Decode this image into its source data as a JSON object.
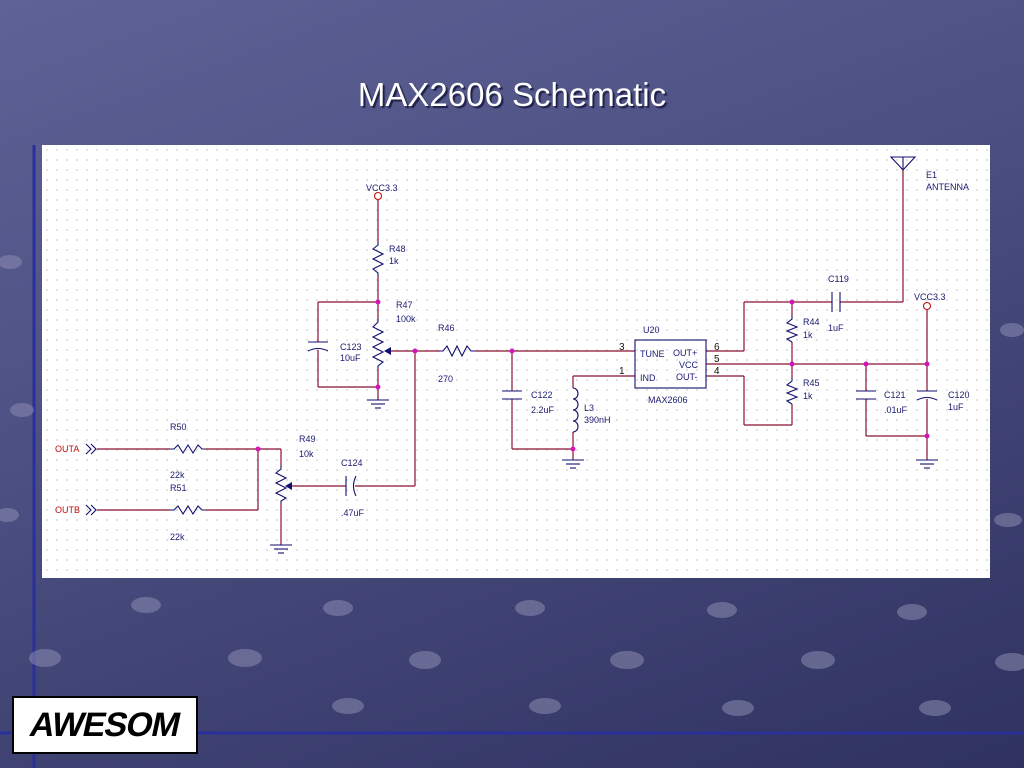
{
  "slide": {
    "title": "MAX2606 Schematic",
    "logo_text": "AWESOM"
  },
  "schematic": {
    "nets": {
      "vcc_left": "VCC3.3",
      "vcc_right": "VCC3.3",
      "outa": "OUTA",
      "outb": "OUTB"
    },
    "antenna": {
      "ref": "E1",
      "name": "ANTENNA"
    },
    "ic": {
      "ref": "U20",
      "part": "MAX2606",
      "pins": {
        "tune": "TUNE",
        "ind": "IND",
        "out_plus": "OUT+",
        "vcc": "VCC",
        "out_minus": "OUT-"
      },
      "pin_numbers": {
        "p3": "3",
        "p1": "1",
        "p6": "6",
        "p5": "5",
        "p4": "4"
      }
    },
    "components": {
      "R48": {
        "ref": "R48",
        "value": "1k"
      },
      "R47": {
        "ref": "R47",
        "value": "100k"
      },
      "C123": {
        "ref": "C123",
        "value": "10uF"
      },
      "R46": {
        "ref": "R46",
        "value": "270"
      },
      "C122": {
        "ref": "C122",
        "value": "2.2uF"
      },
      "L3": {
        "ref": "L3",
        "value": "390nH"
      },
      "R50": {
        "ref": "R50",
        "value": "22k"
      },
      "R51": {
        "ref": "R51",
        "value": "22k"
      },
      "R49": {
        "ref": "R49",
        "value": "10k"
      },
      "C124": {
        "ref": "C124",
        "value": ".47uF"
      },
      "C119": {
        "ref": "C119",
        "value": "1uF"
      },
      "R44": {
        "ref": "R44",
        "value": "1k"
      },
      "R45": {
        "ref": "R45",
        "value": "1k"
      },
      "C121": {
        "ref": "C121",
        "value": ".01uF"
      },
      "C120": {
        "ref": "C120",
        "value": "1uF"
      }
    }
  }
}
